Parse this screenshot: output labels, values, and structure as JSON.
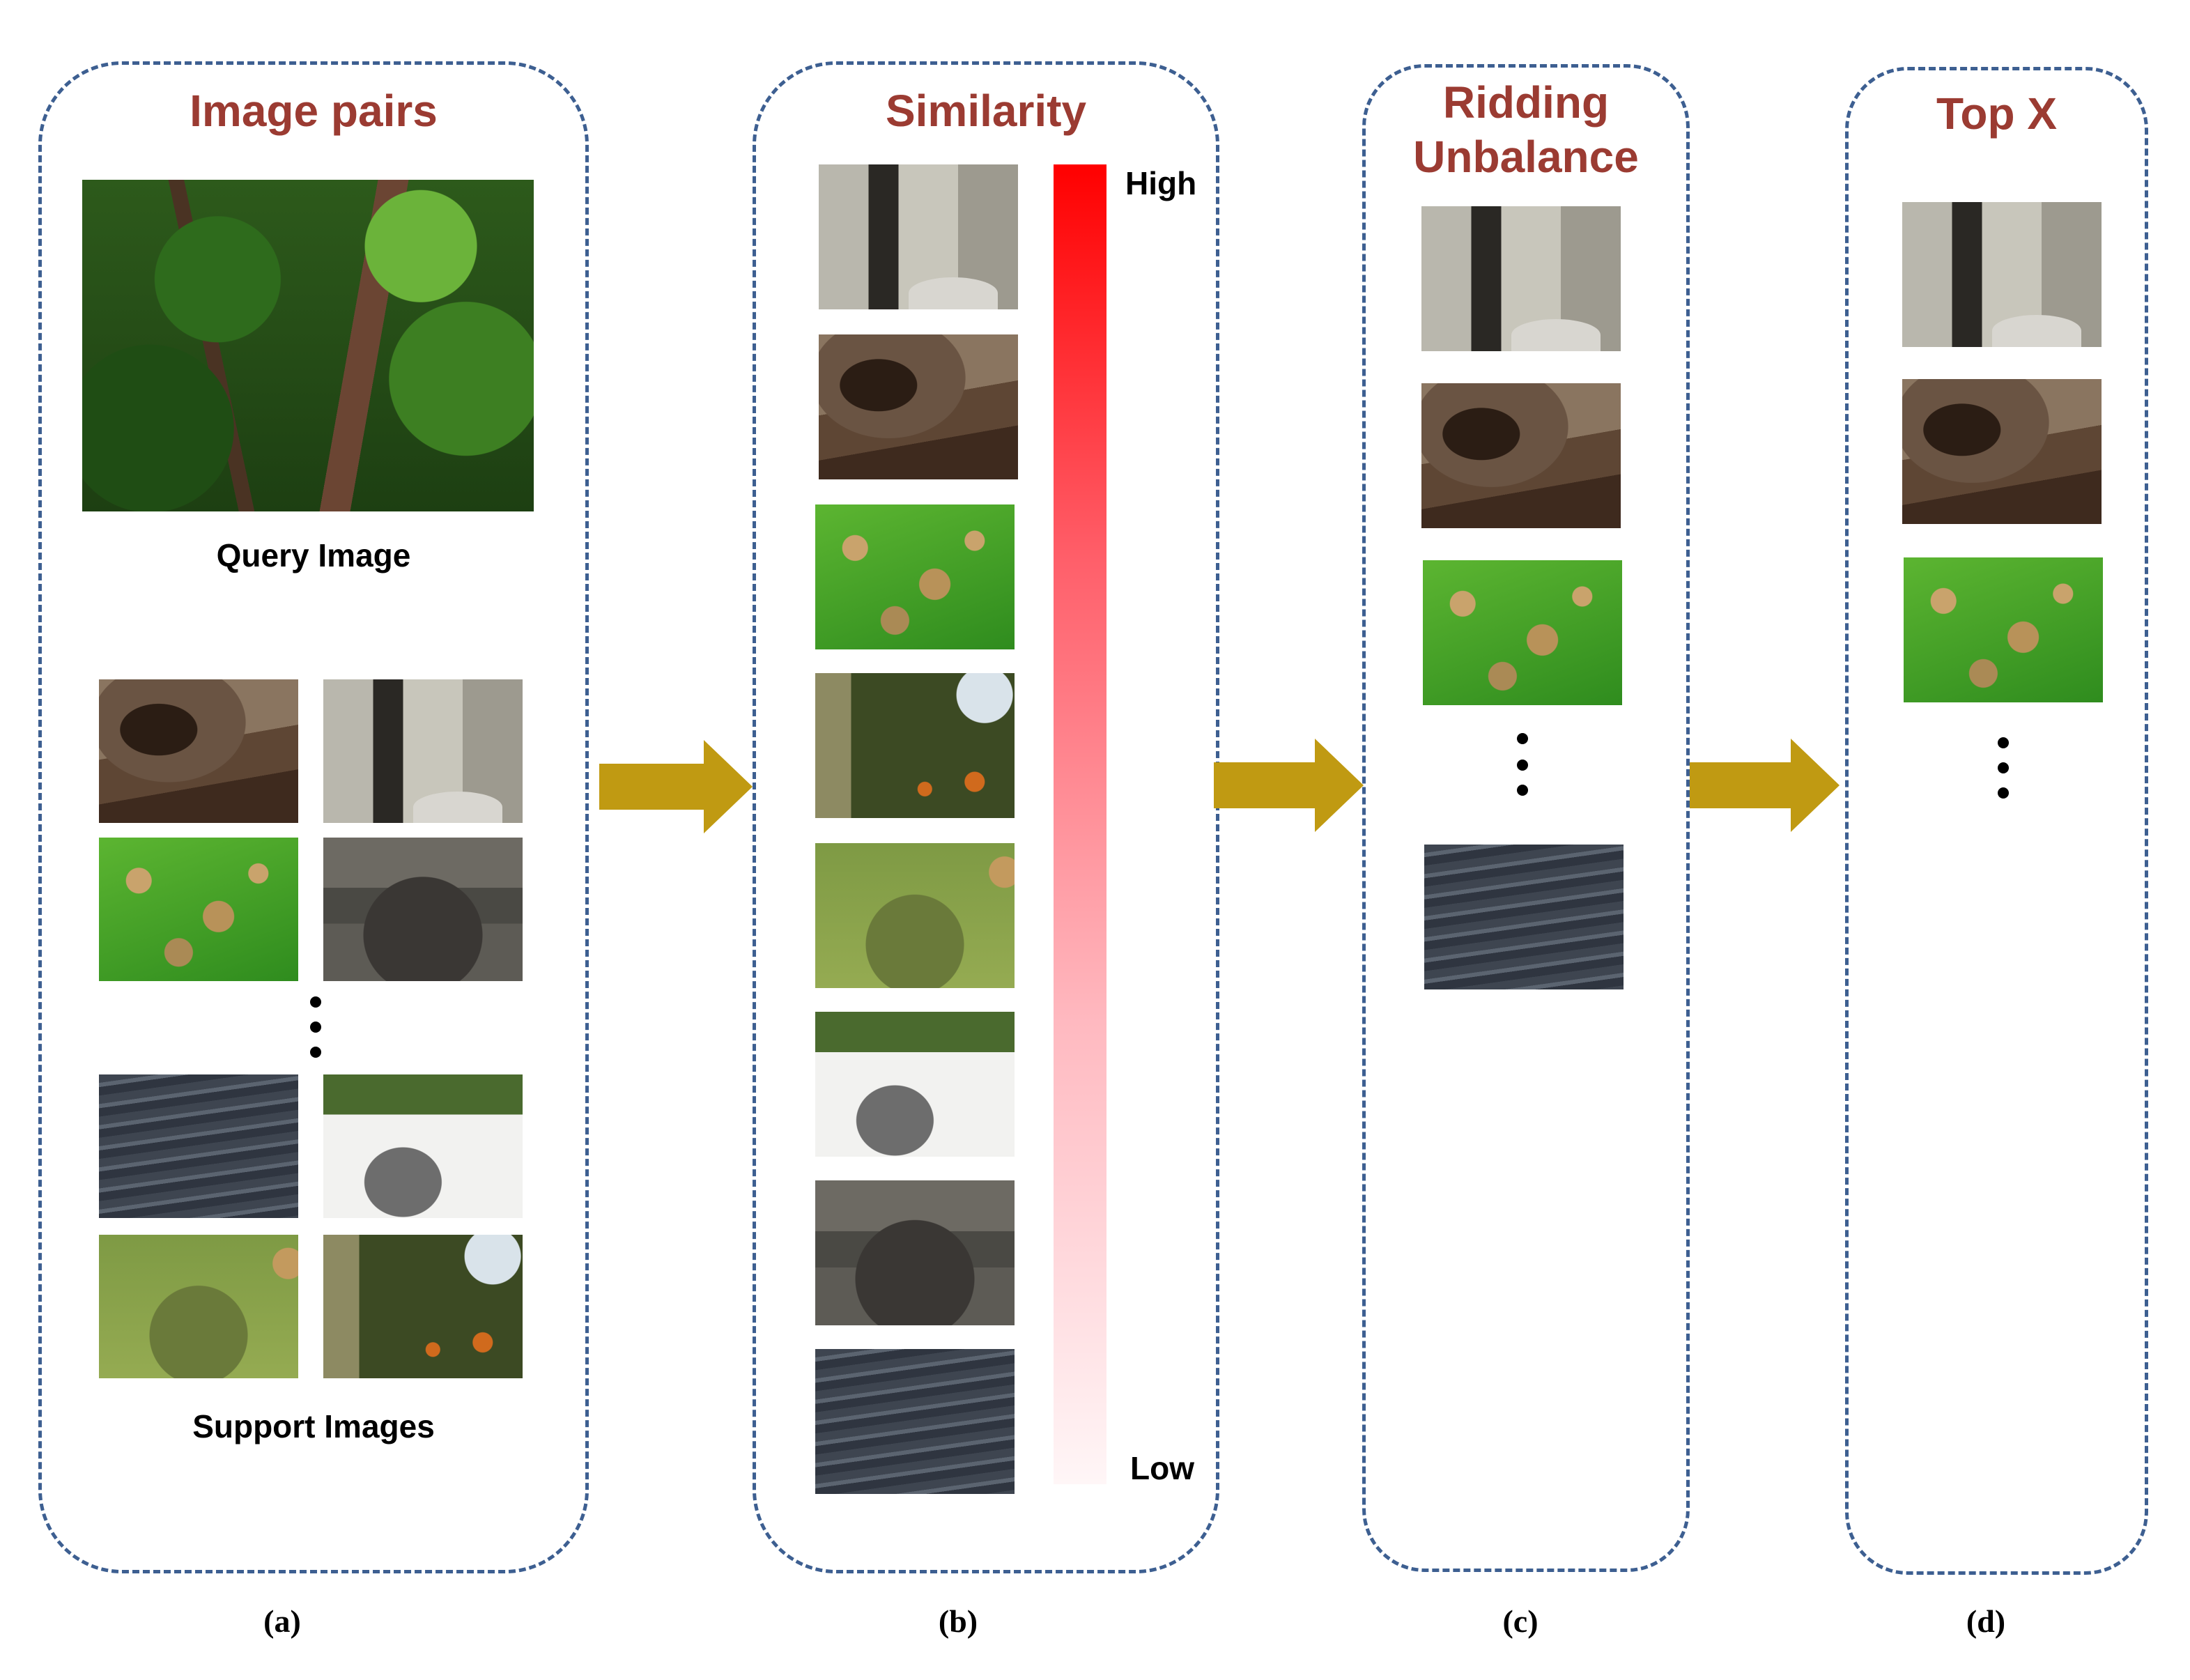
{
  "panels": {
    "a": {
      "title": "Image pairs",
      "query_label": "Query Image",
      "support_label": "Support Images",
      "sub_label": "(a)"
    },
    "b": {
      "title": "Similarity",
      "high_label": "High",
      "low_label": "Low",
      "sub_label": "(b)"
    },
    "c": {
      "title_line1": "Ridding",
      "title_line2": "Unbalance",
      "sub_label": "(c)"
    },
    "d": {
      "title": "Top X",
      "sub_label": "(d)"
    }
  },
  "colors": {
    "border": "#3d5f91",
    "title": "#9b3b32",
    "arrow": "#c09a12",
    "bar_top": "#ff0000",
    "bar_bottom": "#fff6f7"
  }
}
